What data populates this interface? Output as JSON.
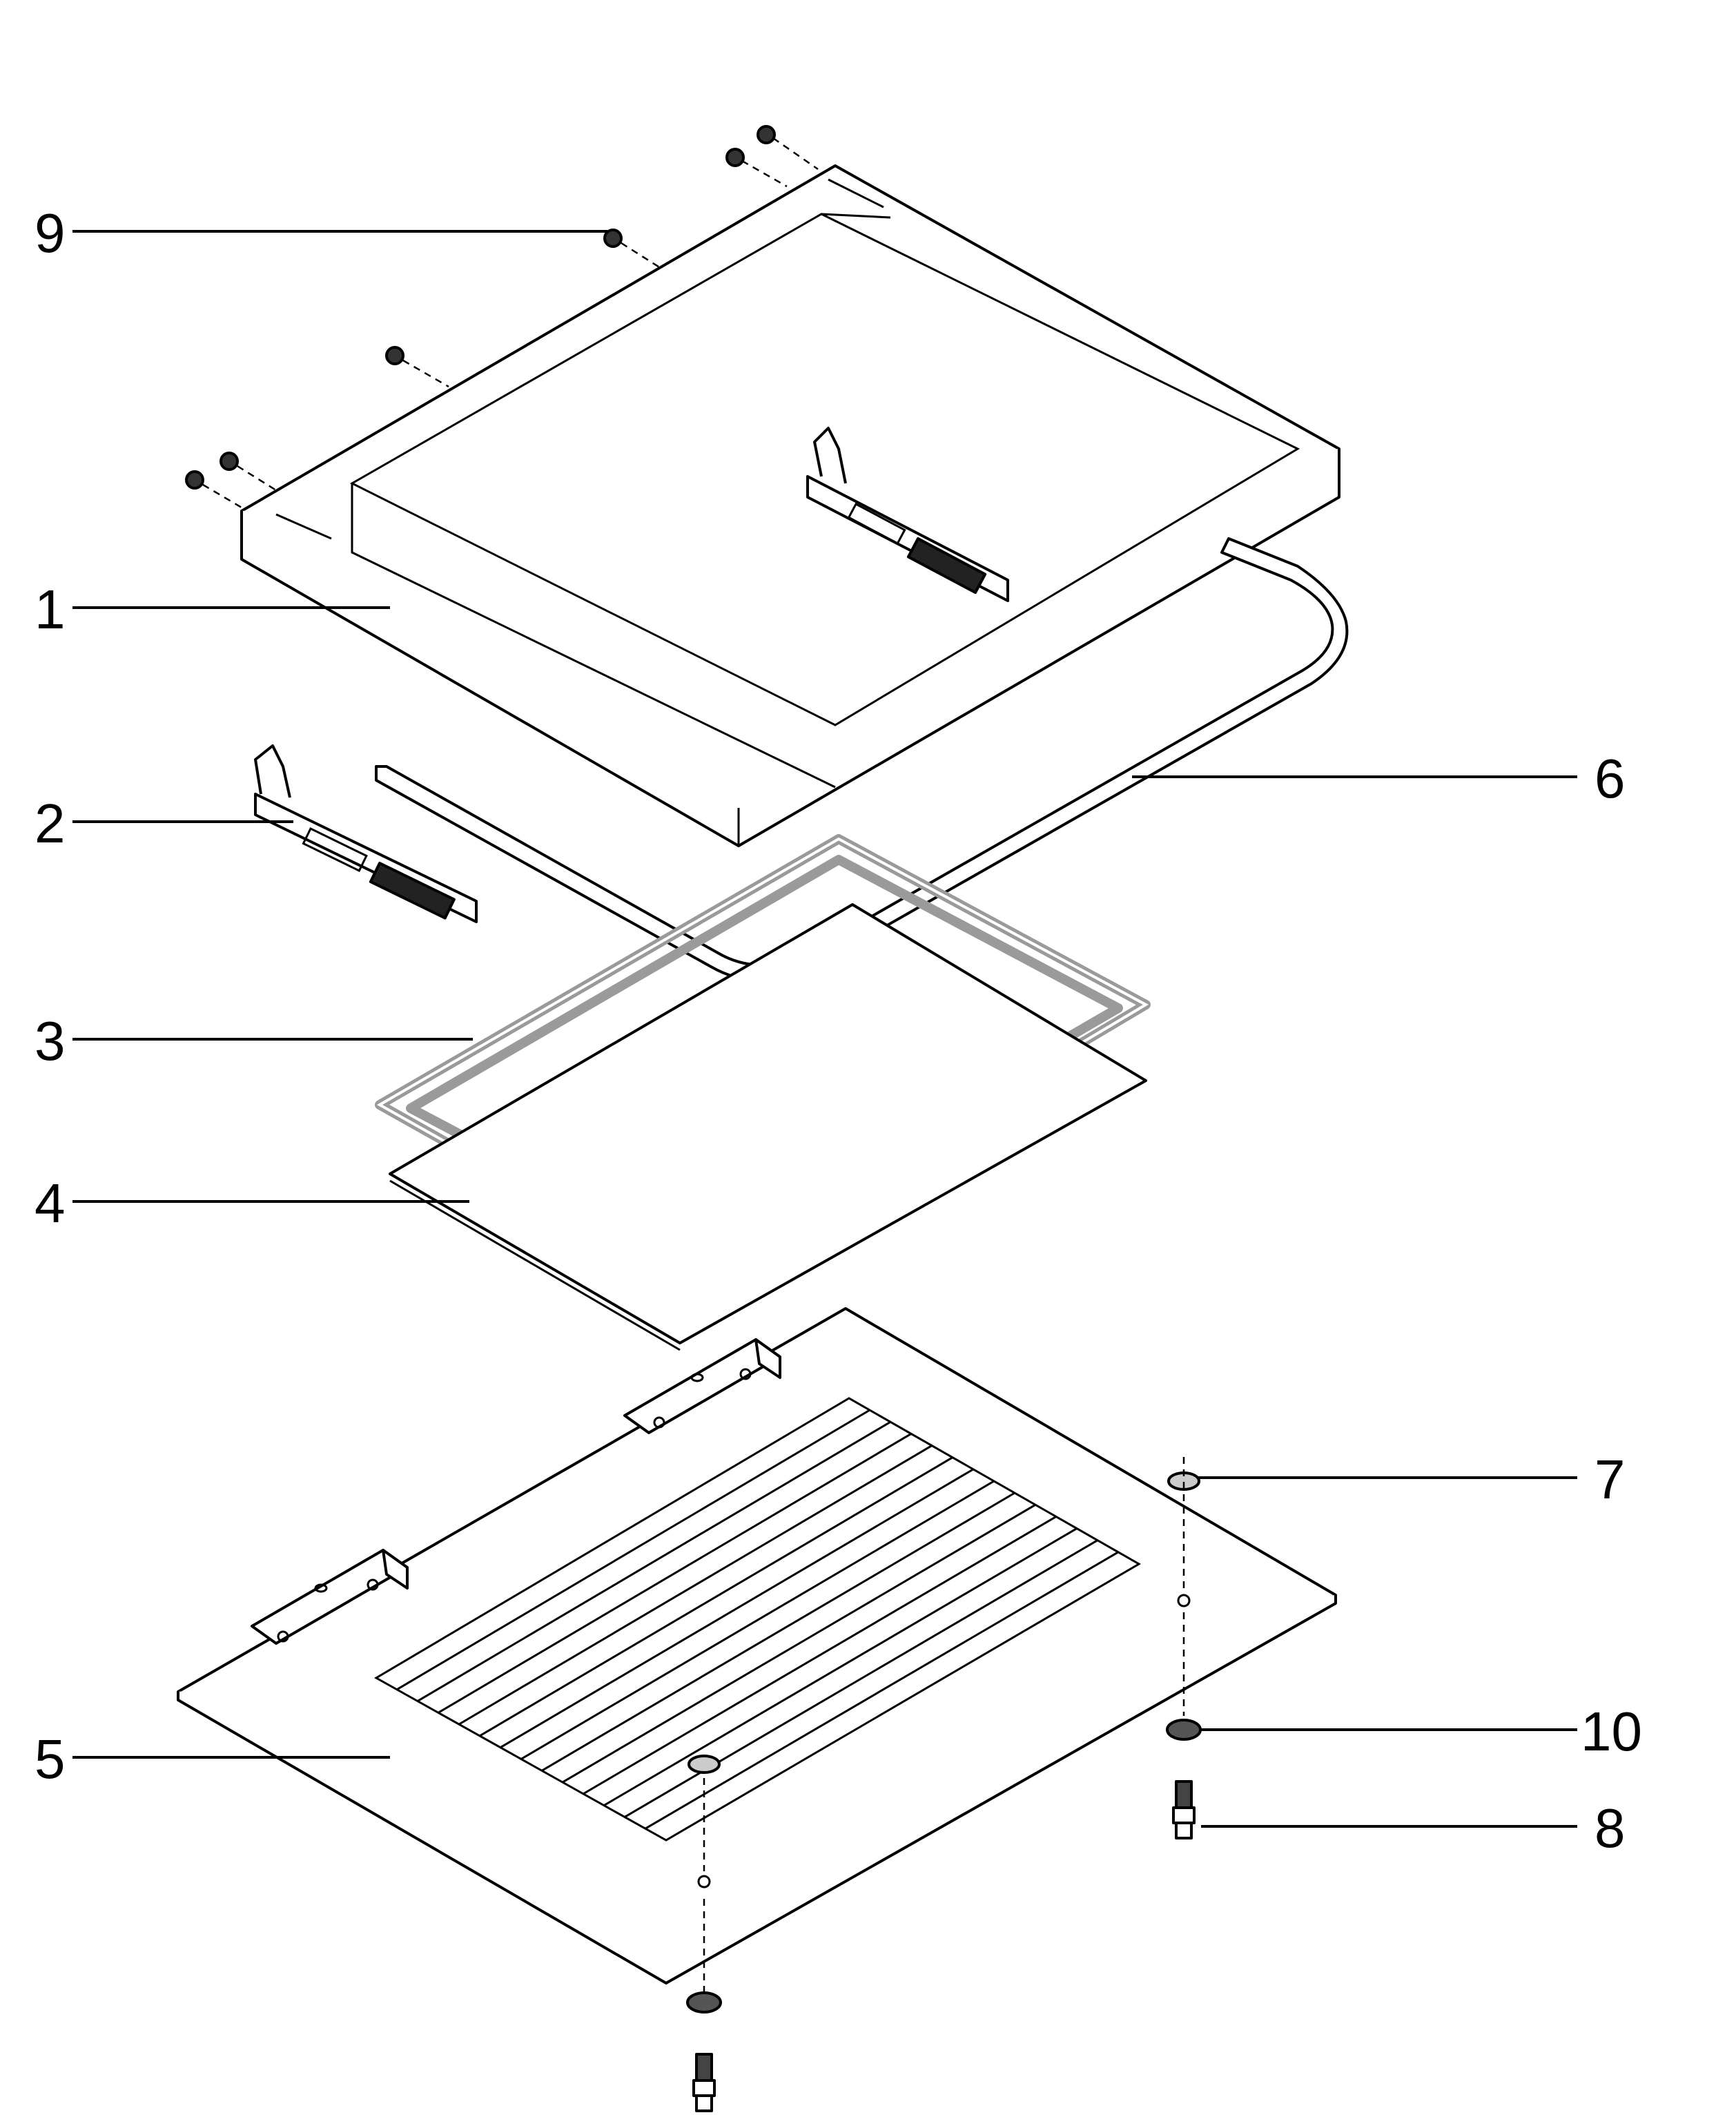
{
  "callouts": [
    {
      "id": "1",
      "label": "1"
    },
    {
      "id": "2",
      "label": "2"
    },
    {
      "id": "3",
      "label": "3"
    },
    {
      "id": "4",
      "label": "4"
    },
    {
      "id": "5",
      "label": "5"
    },
    {
      "id": "6",
      "label": "6"
    },
    {
      "id": "7",
      "label": "7"
    },
    {
      "id": "8",
      "label": "8"
    },
    {
      "id": "9",
      "label": "9"
    },
    {
      "id": "10",
      "label": "10"
    }
  ],
  "colors": {
    "line": "#000000",
    "gasket": "#9a9a9a",
    "background": "#ffffff"
  }
}
